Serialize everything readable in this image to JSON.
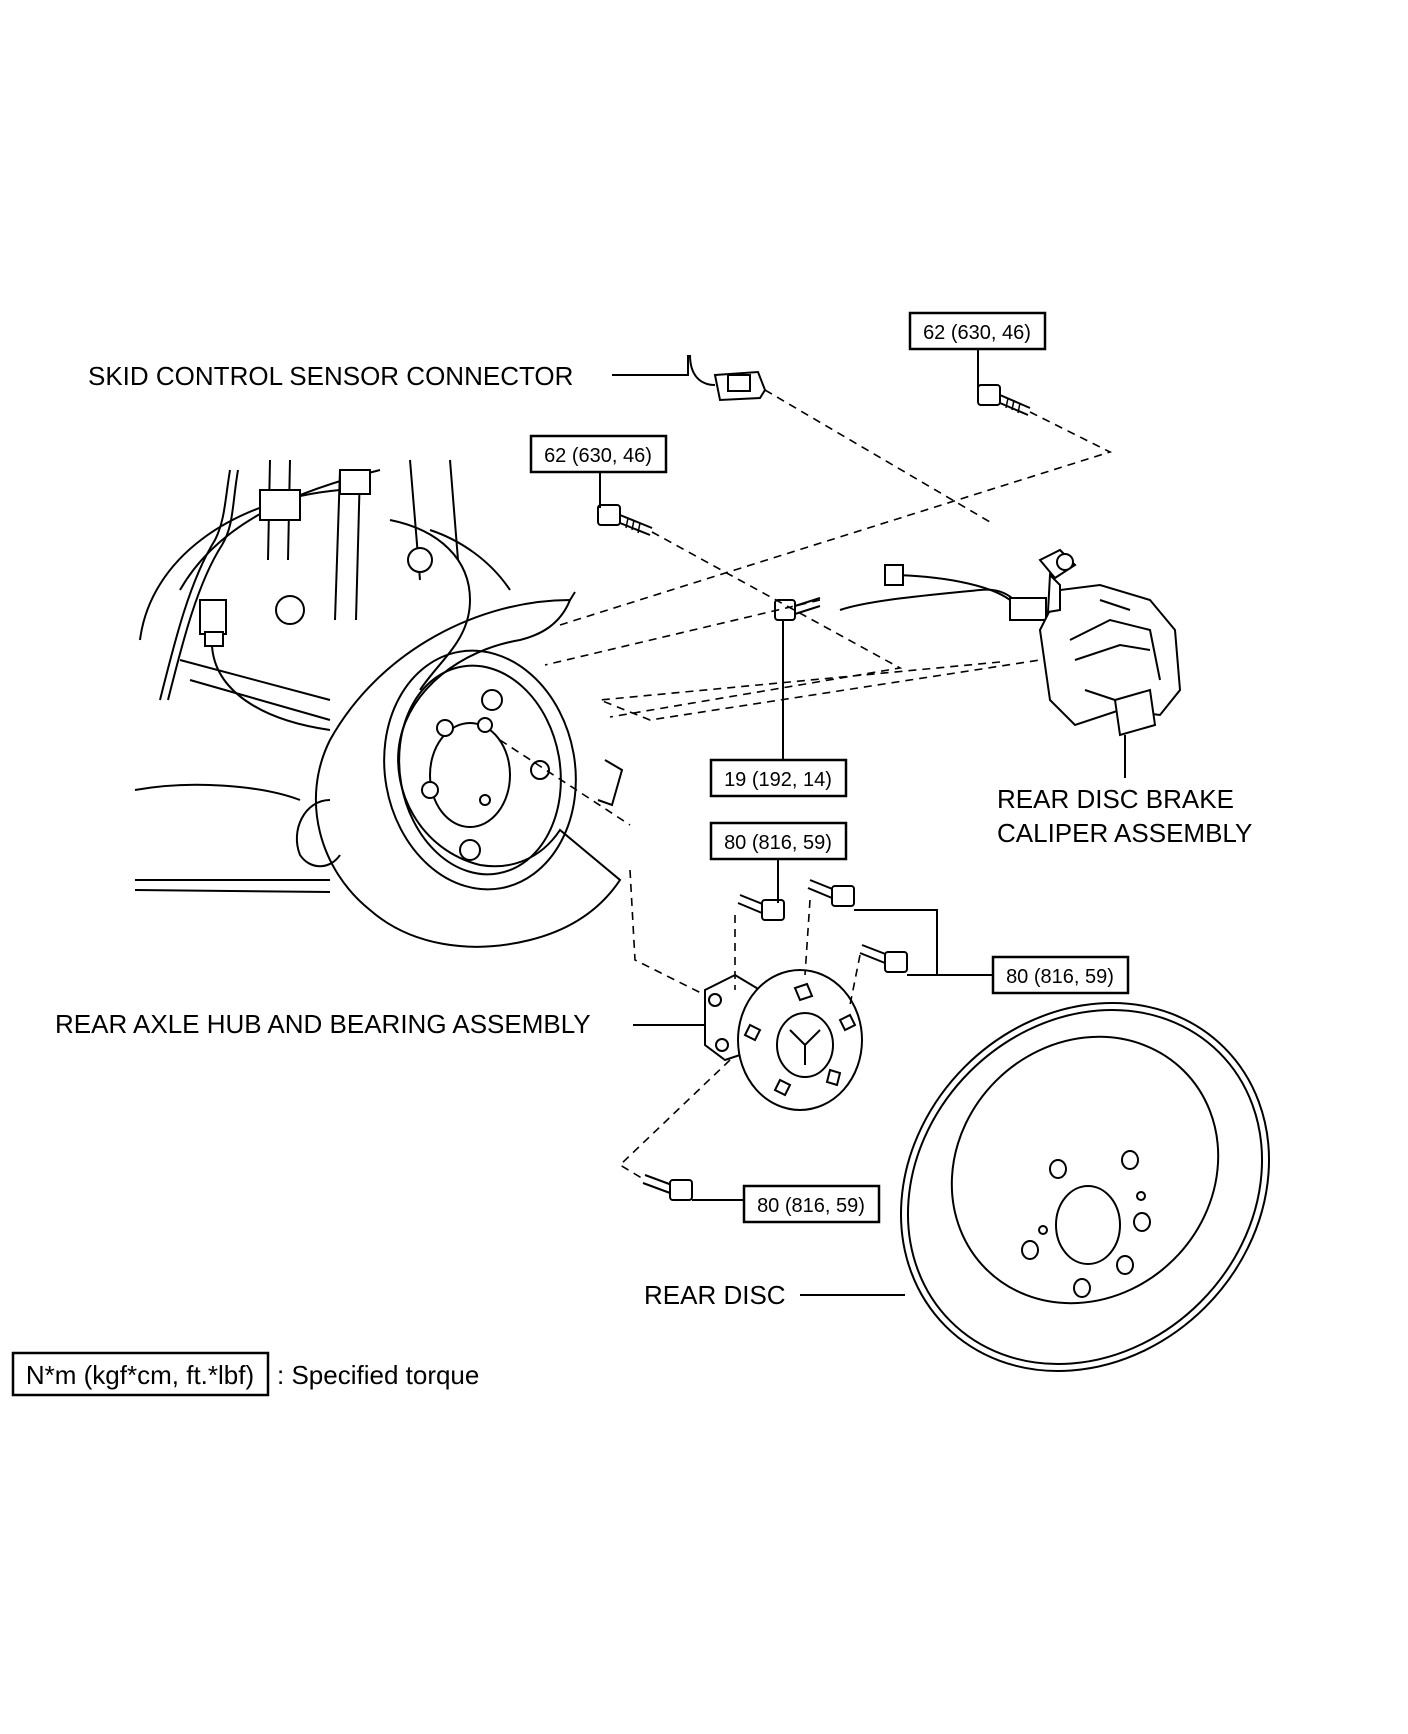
{
  "labels": {
    "skid_sensor_connector": "SKID CONTROL SENSOR CONNECTOR",
    "caliper_line1": "REAR DISC BRAKE",
    "caliper_line2": "CALIPER ASSEMBLY",
    "hub_bearing": "REAR AXLE HUB AND BEARING ASSEMBLY",
    "rear_disc": "REAR DISC"
  },
  "torques": {
    "caliper_upper_bolt": "62 (630, 46)",
    "caliper_lower_bolt": "62 (630, 46)",
    "sensor_bolt": "19 (192, 14)",
    "hub_bolt_top": "80 (816, 59)",
    "hub_bolts_right": "80 (816, 59)",
    "hub_bolt_bottom": "80 (816, 59)"
  },
  "legend": {
    "box_text": "N*m (kgf*cm, ft.*lbf)",
    "description": ": Specified torque"
  }
}
